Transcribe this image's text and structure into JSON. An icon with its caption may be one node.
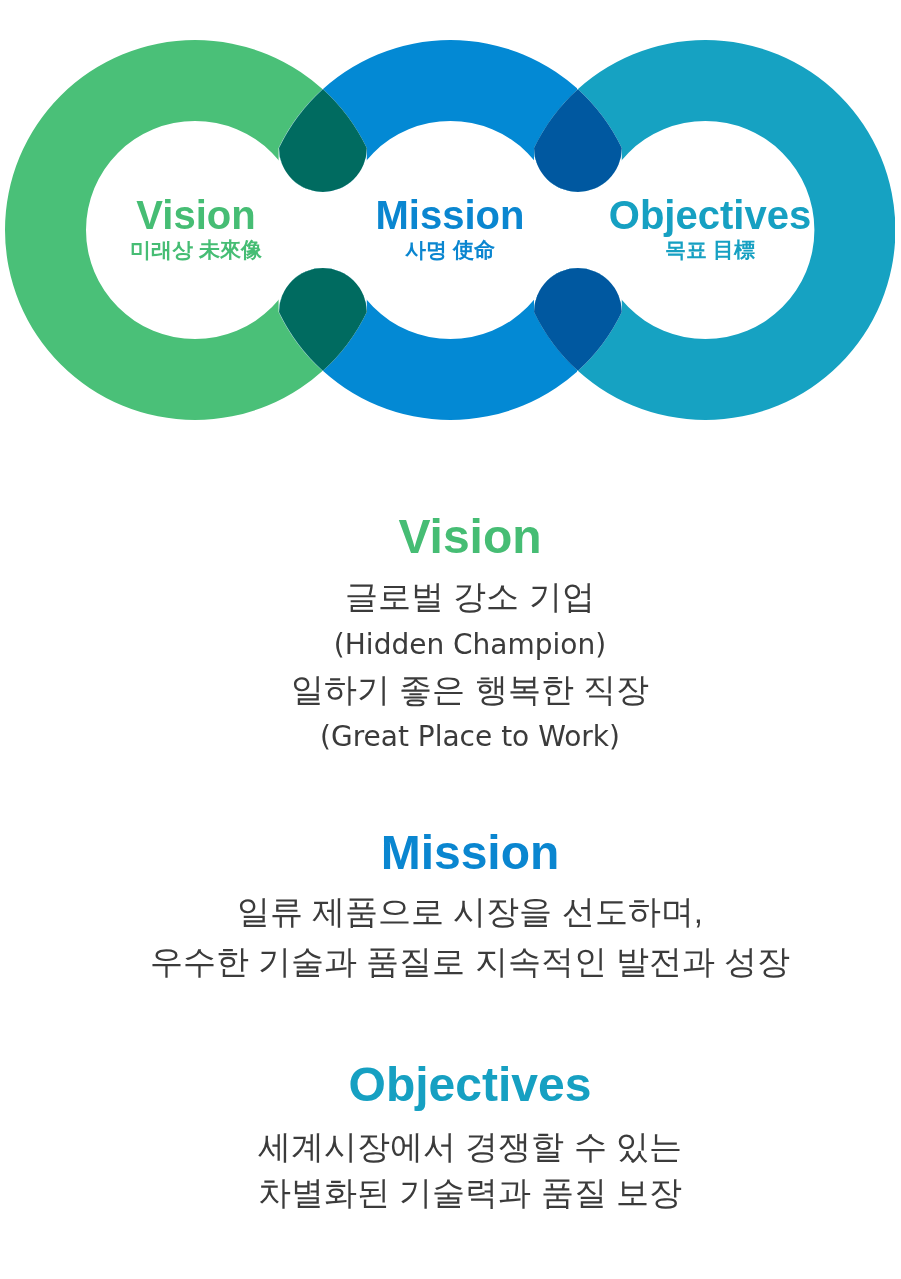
{
  "diagram": {
    "nodes": [
      {
        "text": [
          "Vision",
          "미래상 未來像"
        ]
      },
      {
        "text": [
          "Mission",
          "사명 使命"
        ]
      },
      {
        "text": [
          "Objectives",
          "목표 目標"
        ]
      }
    ],
    "labels": [
      "Vision",
      "글로벌 강소 기업",
      "(Hidden Champion)",
      "일하기 좋은 행복한 직장",
      "(Great Place to Work)",
      "Mission",
      "일류 제품으로 시장을 선도하며, 우수한 기술과 품질로 지속적인 발전과 성장",
      "Objectives",
      "세계시장에서 경쟁할 수 있는 차별화된 기술력과 품질 보장"
    ]
  }
}
